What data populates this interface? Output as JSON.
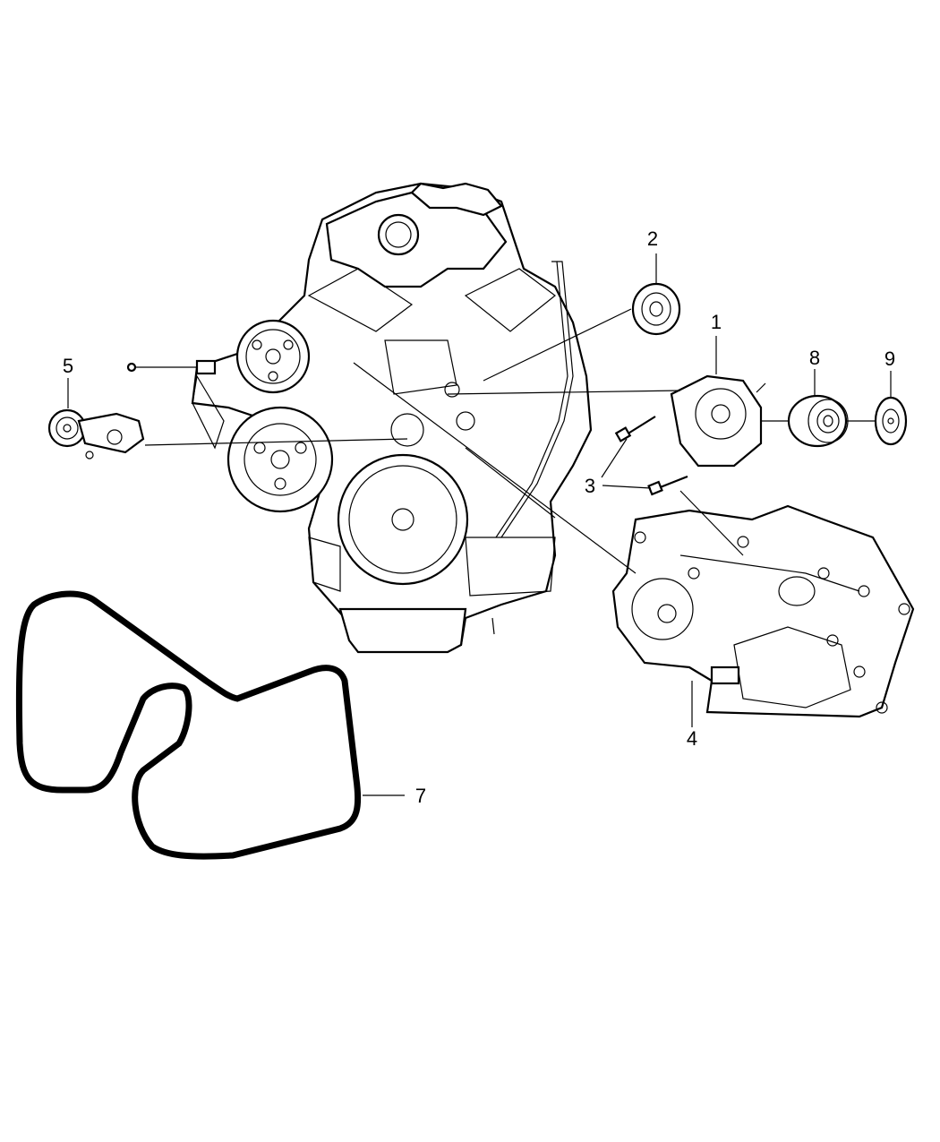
{
  "diagram": {
    "callouts": [
      {
        "id": "1",
        "label": "1"
      },
      {
        "id": "2",
        "label": "2"
      },
      {
        "id": "3a",
        "label": "3"
      },
      {
        "id": "4",
        "label": "4"
      },
      {
        "id": "5",
        "label": "5"
      },
      {
        "id": "7",
        "label": "7"
      },
      {
        "id": "8",
        "label": "8"
      },
      {
        "id": "9",
        "label": "9"
      }
    ]
  }
}
